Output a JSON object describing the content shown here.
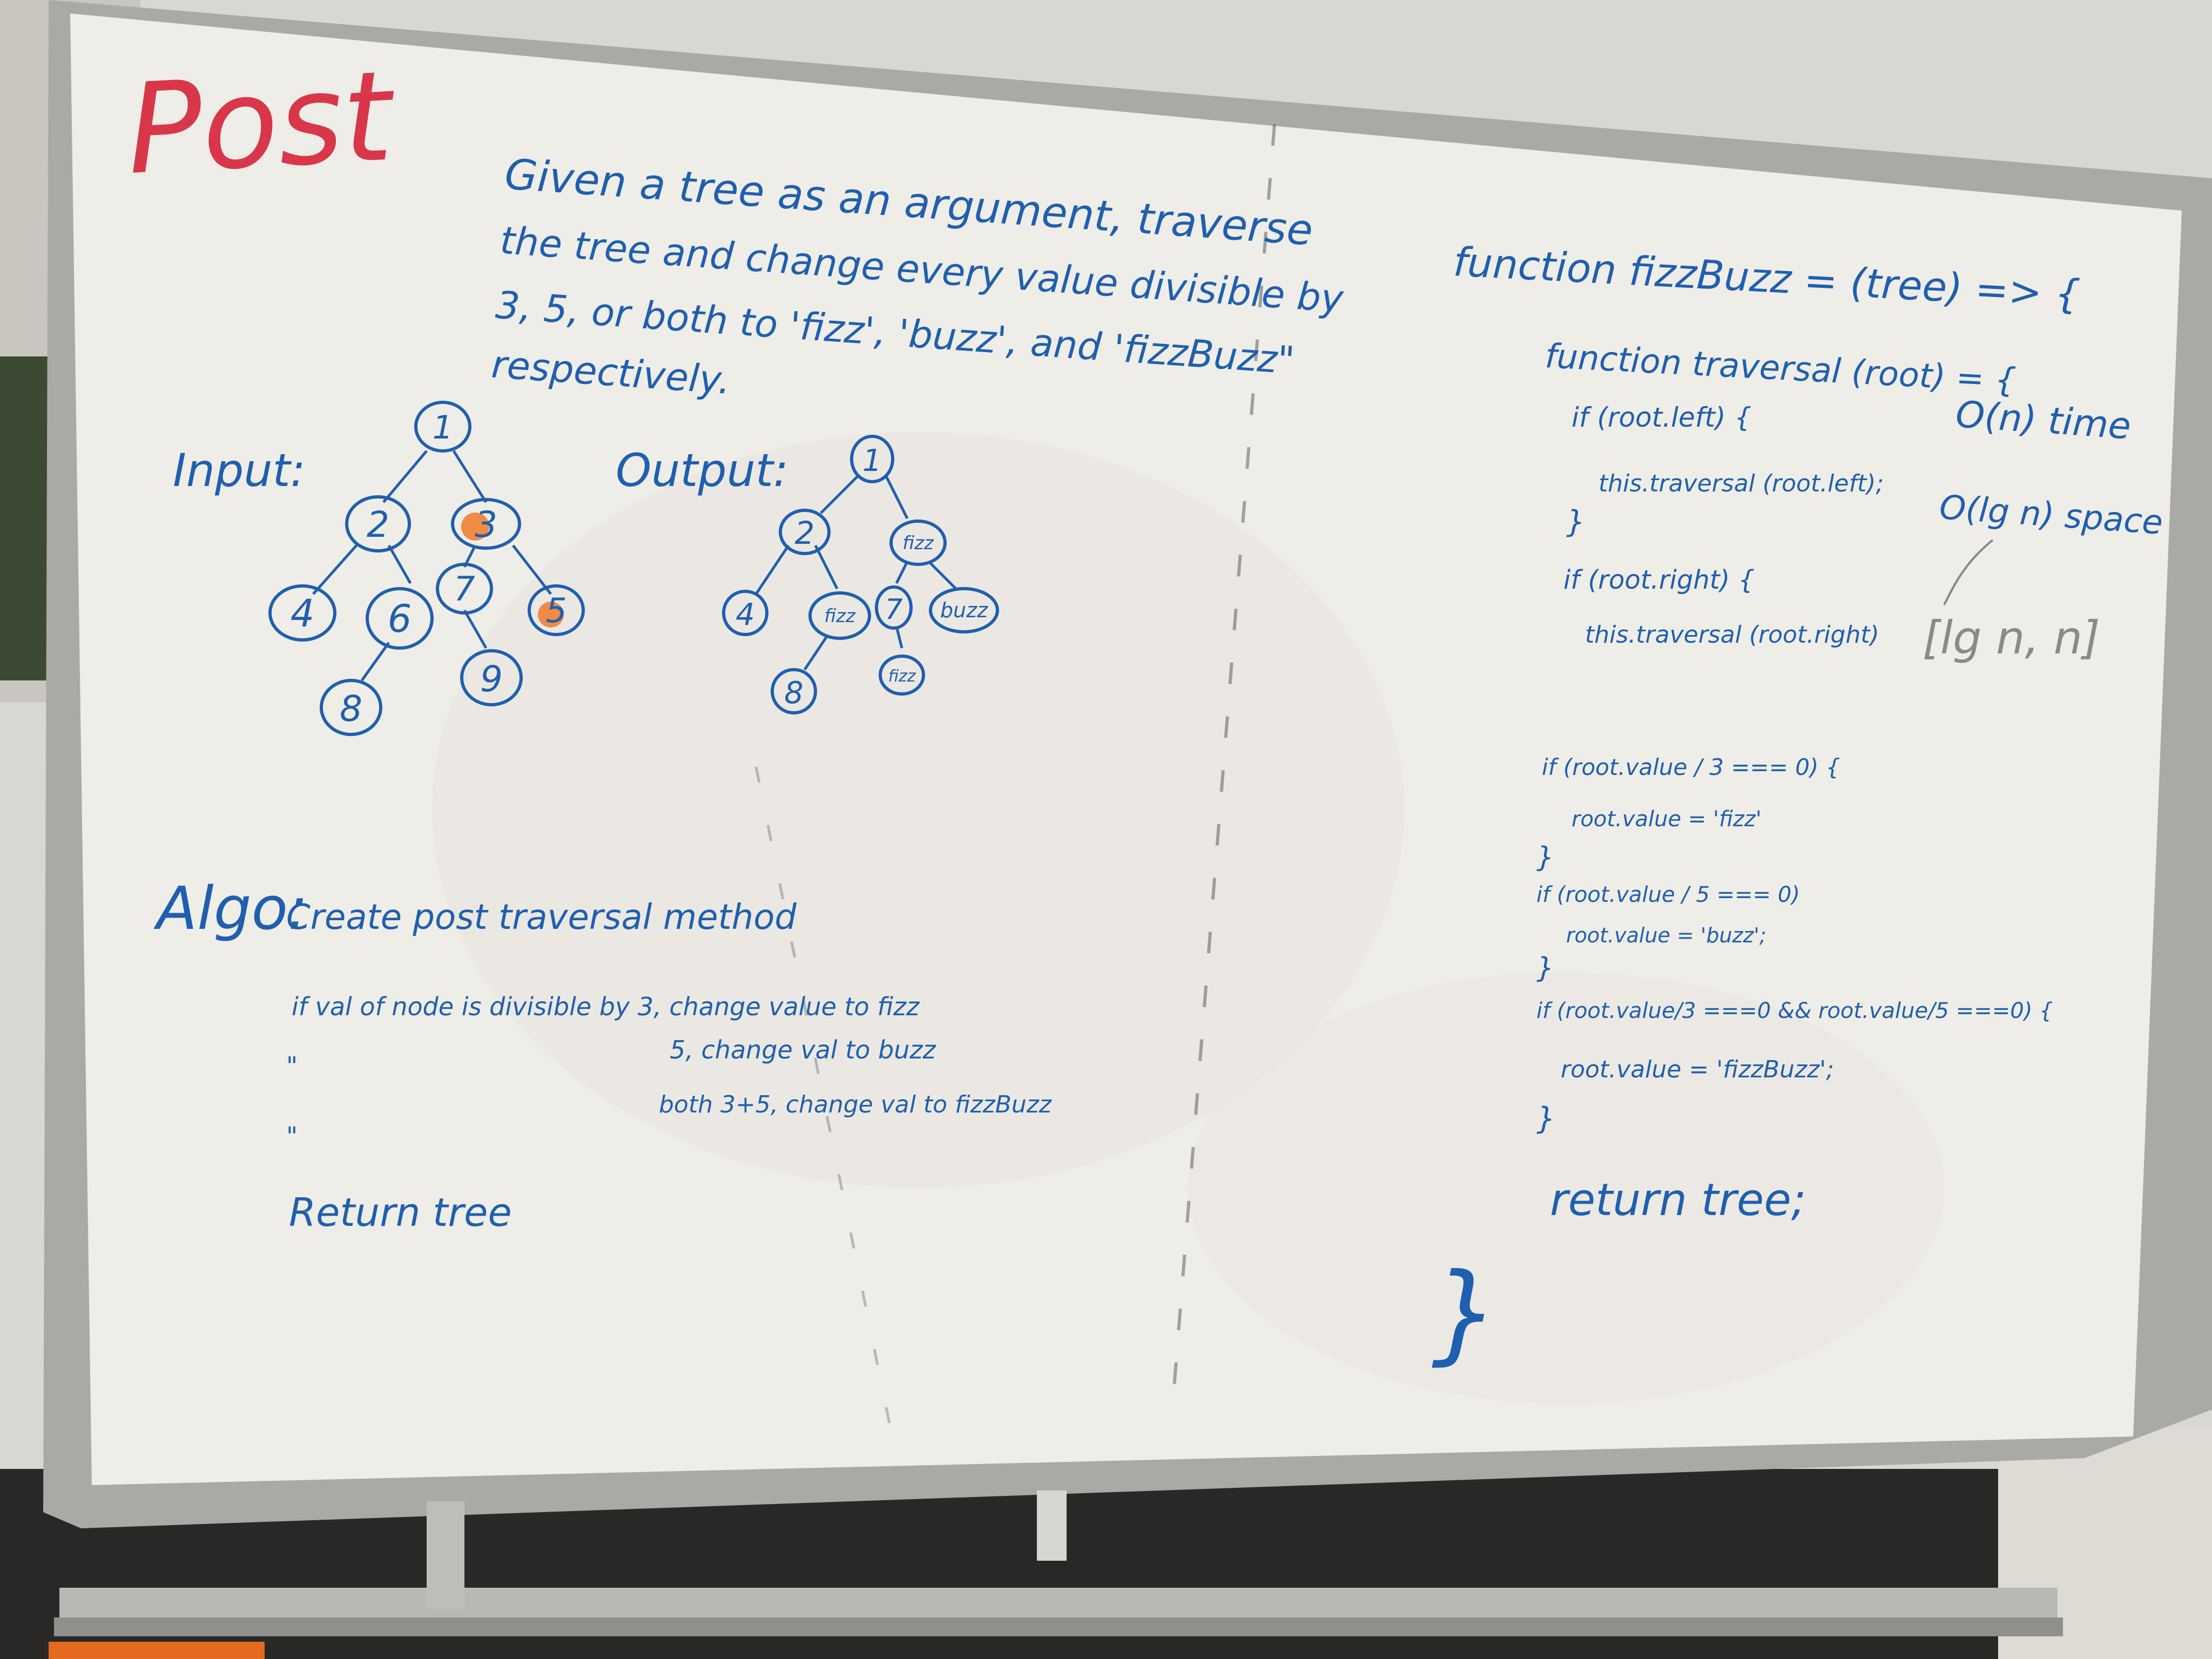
{
  "colors": {
    "marker_blue": "#1f5fb0",
    "marker_red": "#d9364a",
    "marker_orange": "#f07a2a",
    "board": "#efede8",
    "frame": "#a9a9a6",
    "wall": "#d9d7d2"
  },
  "title": "Post",
  "prompt_lines": [
    "Given a tree as an argument, traverse",
    "the tree and change every value divisible by",
    "3, 5, or both to 'fizz', 'buzz', and 'fizzBuzz\"",
    "respectively."
  ],
  "input_label": "Input:",
  "output_label": "Output:",
  "input_tree": {
    "nodes": [
      "1",
      "2",
      "3",
      "4",
      "6",
      "7",
      "5",
      "8",
      "9"
    ]
  },
  "output_tree": {
    "nodes": [
      "1",
      "2",
      "fizz",
      "4",
      "fizz",
      "7",
      "buzz",
      "8",
      "fizz"
    ]
  },
  "algo": {
    "label": "Algo:",
    "lines": [
      "Create post traversal method",
      "if val of node is divisible by 3, change value to fizz",
      "\"",
      "5, change val to buzz",
      "both 3+5, change val to fizzBuzz",
      "\"",
      "Return tree"
    ]
  },
  "code": {
    "lines": [
      "function fizzBuzz = (tree) => {",
      "function traversal (root) = {",
      "if (root.left) {",
      "this.traversal (root.left);",
      "}",
      "if (root.right) {",
      "this.traversal (root.right)",
      "if (root.value / 3 === 0) {",
      "root.value = 'fizz'",
      "}",
      "if (root.value / 5 === 0)",
      "root.value = 'buzz';",
      "}",
      "if (root.value/3 ===0 && root.value/5 ===0) {",
      "root.value = 'fizzBuzz';",
      "}",
      "return tree;",
      "}"
    ]
  },
  "complexity": {
    "time": "O(n) time",
    "space": "O(lg n) space",
    "range": "[lg n, n]"
  }
}
